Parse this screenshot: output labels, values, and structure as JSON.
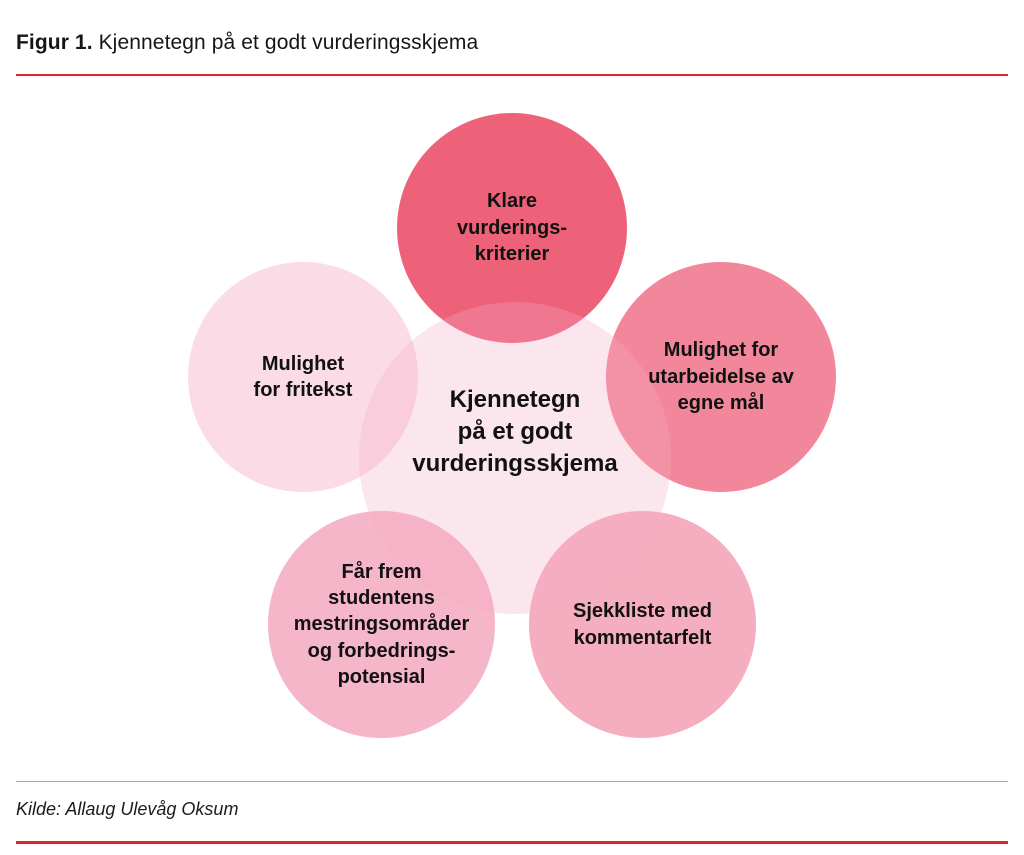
{
  "header": {
    "figure_label": "Figur 1.",
    "figure_title": "Kjennetegn på et godt vurderingsskjema"
  },
  "diagram": {
    "center": {
      "label": "Kjennetegn\npå et godt\nvurderingsskjema",
      "fill": "rgba(244,172,196,0.30)"
    },
    "petals": [
      {
        "id": "top",
        "label": "Klare\nvurderings-\nkriterier",
        "color": "#ed6179"
      },
      {
        "id": "right",
        "label": "Mulighet for\nutarbeidelse av\negne mål",
        "color": "#f2879b"
      },
      {
        "id": "bottom-right",
        "label": "Sjekkliste med\nkommentarfelt",
        "color": "#f5aec0"
      },
      {
        "id": "bottom-left",
        "label": "Får frem\nstudentens\nmestringsområder\nog forbedrings-\npotensial",
        "color": "#f6b6c9"
      },
      {
        "id": "left",
        "label": "Mulighet\nfor fritekst",
        "color": "#fbdbe5"
      }
    ]
  },
  "footer": {
    "source": "Kilde: Allaug Ulevåg Oksum"
  },
  "colors": {
    "accent_red": "#e1232e",
    "divider_gray": "#a8a8a8",
    "text": "#161616"
  }
}
